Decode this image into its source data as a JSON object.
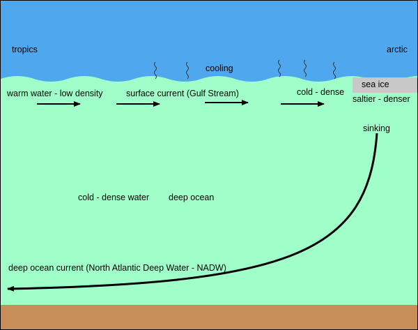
{
  "regions": {
    "left": "tropics",
    "right": "arctic"
  },
  "labels": {
    "cooling": "cooling",
    "sea_ice": "sea ice",
    "warm_water": "warm water - low density",
    "surface_current": "surface current (Gulf Stream)",
    "cold_dense": "cold - dense",
    "saltier_denser": "saltier - denser",
    "sinking": "sinking",
    "cold_dense_water": "cold - dense water",
    "deep_ocean": "deep ocean",
    "deep_current": "deep ocean current (North Atlantic Deep Water - NADW)"
  },
  "colors": {
    "sky": "#4fa8ee",
    "ocean": "#a0fec8",
    "sea_floor": "#c88e5a",
    "sea_ice": "#c8c8c8",
    "arrows": "#000000"
  }
}
